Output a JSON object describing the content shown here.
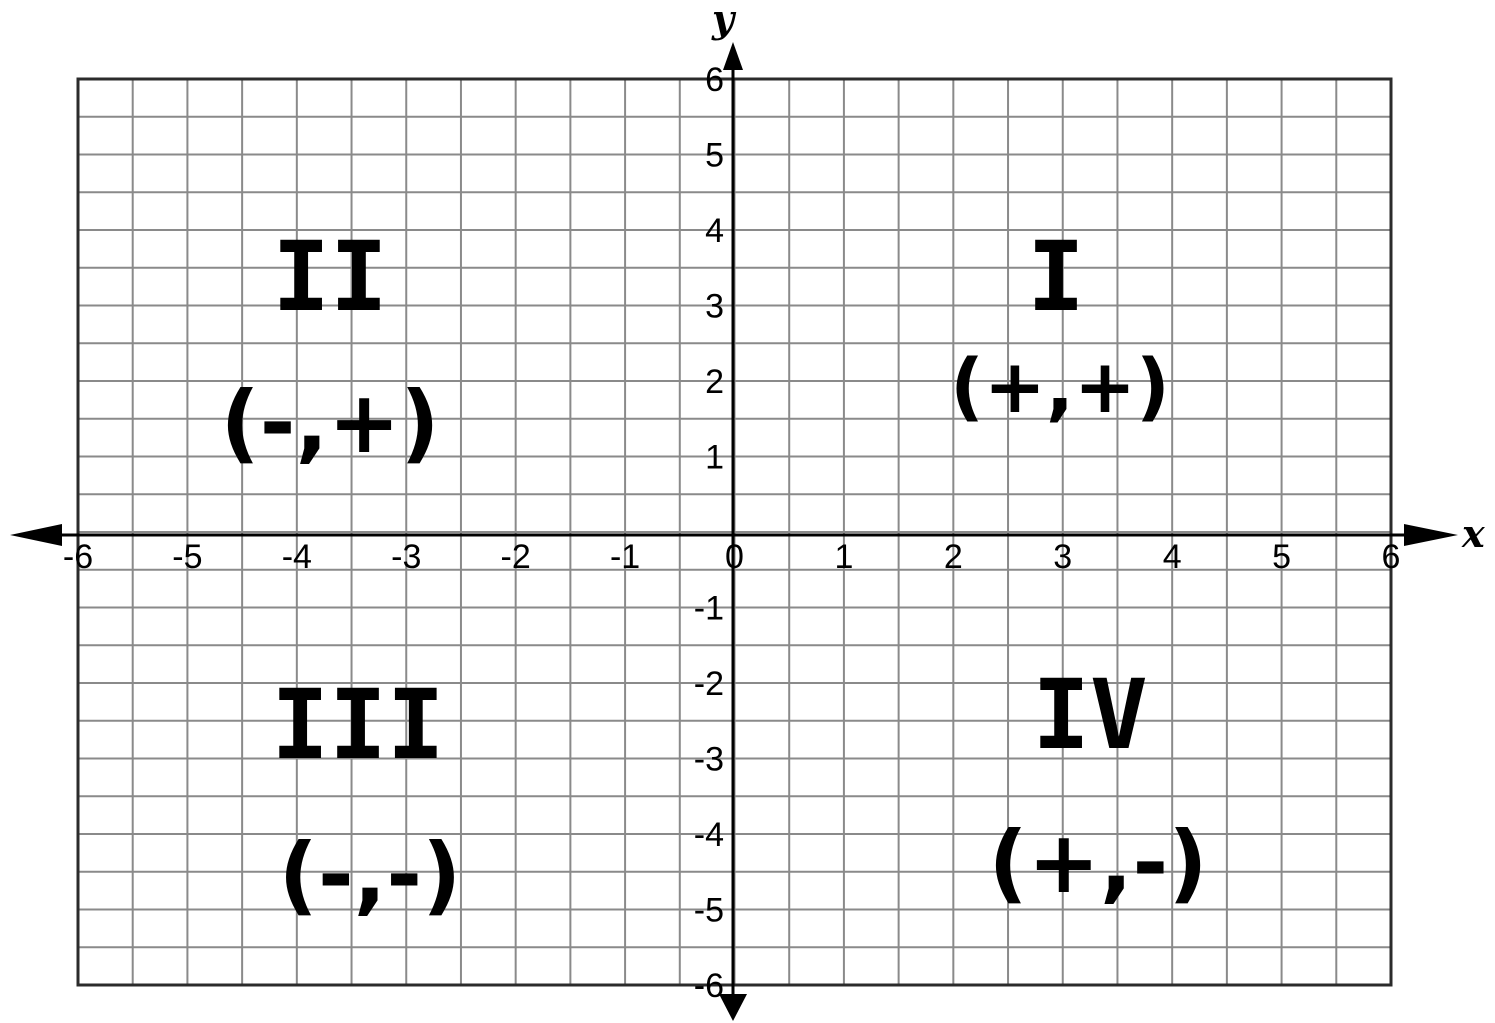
{
  "axes": {
    "x_label": "x",
    "y_label": "y",
    "x_range": [
      -6,
      6
    ],
    "y_range": [
      -6,
      6
    ],
    "x_ticks": [
      "-6",
      "-5",
      "-4",
      "-3",
      "-2",
      "-1",
      "0",
      "1",
      "2",
      "3",
      "4",
      "5",
      "6"
    ],
    "y_ticks": [
      "6",
      "5",
      "4",
      "3",
      "2",
      "1",
      "-1",
      "-2",
      "-3",
      "-4",
      "-5",
      "-6"
    ],
    "grid": true
  },
  "quadrants": [
    {
      "numeral": "I",
      "signs": "(+,+)"
    },
    {
      "numeral": "II",
      "signs": "(-,+)"
    },
    {
      "numeral": "III",
      "signs": "(-,-)"
    },
    {
      "numeral": "IV",
      "signs": "(+,-)"
    }
  ],
  "colors": {
    "grid": "#8a8a8a",
    "axis": "#000000",
    "background": "#ffffff"
  }
}
